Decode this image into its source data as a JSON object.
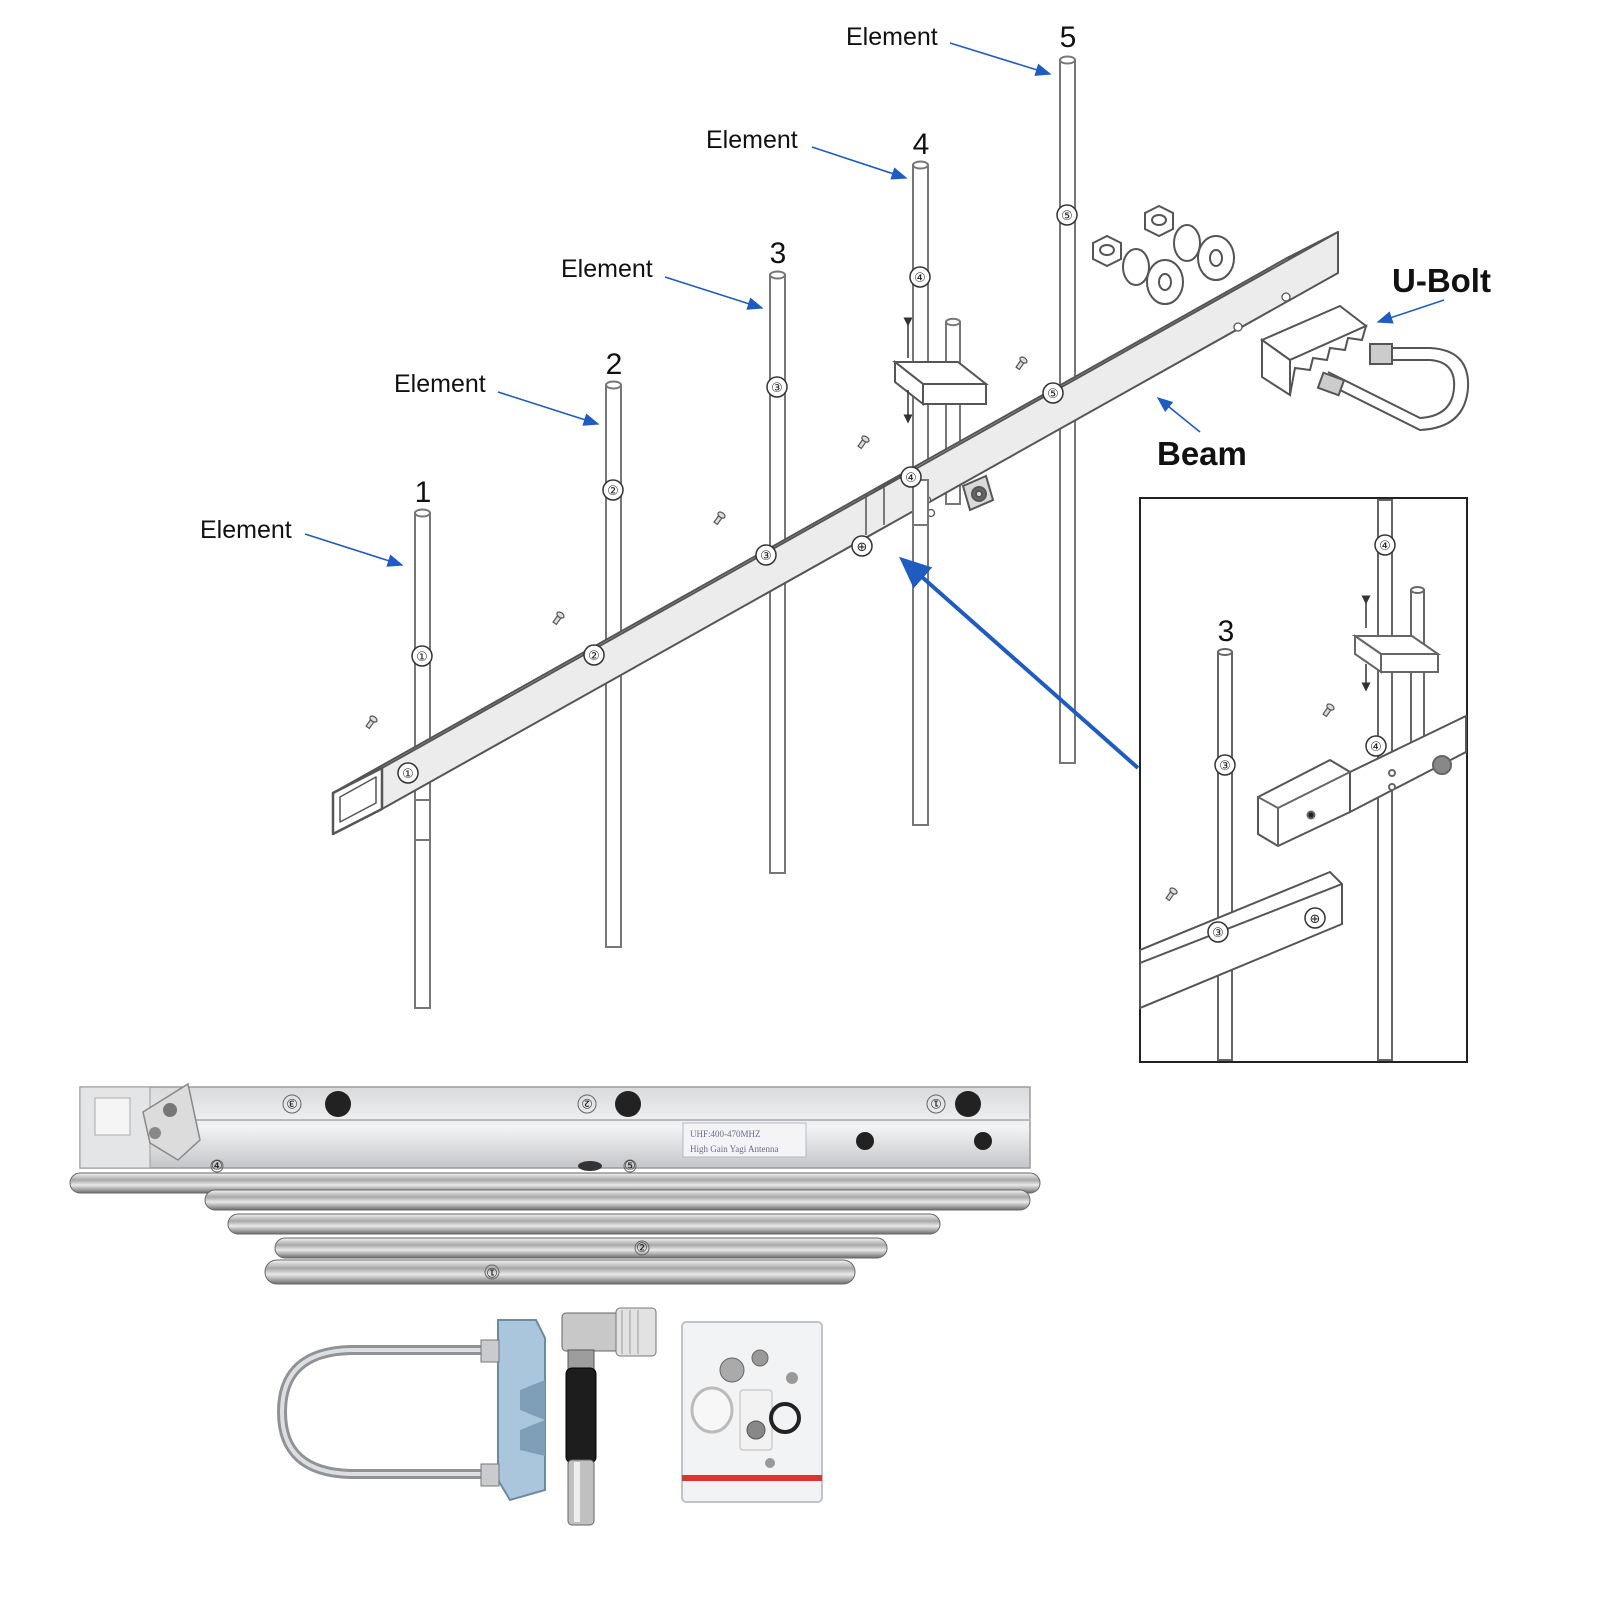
{
  "diagram": {
    "elements": [
      {
        "label": "Element",
        "number": "1"
      },
      {
        "label": "Element",
        "number": "2"
      },
      {
        "label": "Element",
        "number": "3"
      },
      {
        "label": "Element",
        "number": "4"
      },
      {
        "label": "Element",
        "number": "5"
      }
    ],
    "ubolt_label": "U-Bolt",
    "beam_label": "Beam",
    "markers": [
      "①",
      "②",
      "③",
      "④",
      "⑤",
      "⊕"
    ],
    "inset": {
      "number": "3"
    },
    "arrow_color": "#1f5cc2"
  },
  "photo": {
    "beam_numbers": [
      "③",
      "②",
      "①"
    ],
    "tag_line1": "UHF:400-470MHZ",
    "tag_line2": "High Gain Yagi Antenna",
    "rod_numbers": [
      "④",
      "⑤",
      "②",
      "①"
    ]
  }
}
